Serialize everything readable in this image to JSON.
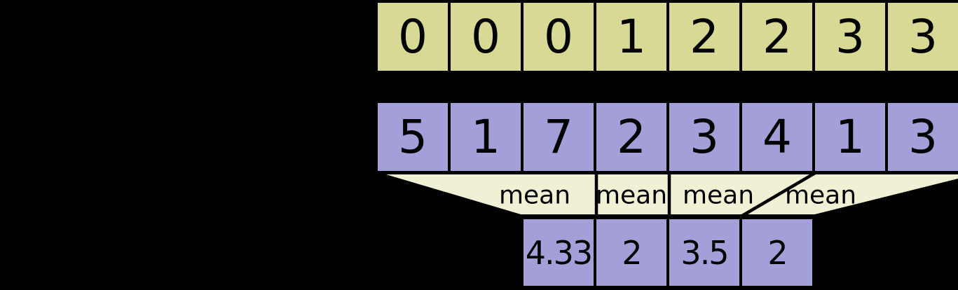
{
  "colors": {
    "background": "#000000",
    "outline": "#000000",
    "segment_row_fill": "#d8d994",
    "data_row_fill": "#a3a0d9",
    "funnel_fill": "#f0f0d5"
  },
  "segment_ids": {
    "values": [
      "0",
      "0",
      "0",
      "1",
      "2",
      "2",
      "3",
      "3"
    ]
  },
  "data_values": {
    "values": [
      "5",
      "1",
      "7",
      "2",
      "3",
      "4",
      "1",
      "3"
    ]
  },
  "mean_labels": [
    "mean",
    "mean",
    "mean",
    "mean"
  ],
  "results": {
    "values": [
      "4.33",
      "2",
      "3.5",
      "2"
    ]
  }
}
